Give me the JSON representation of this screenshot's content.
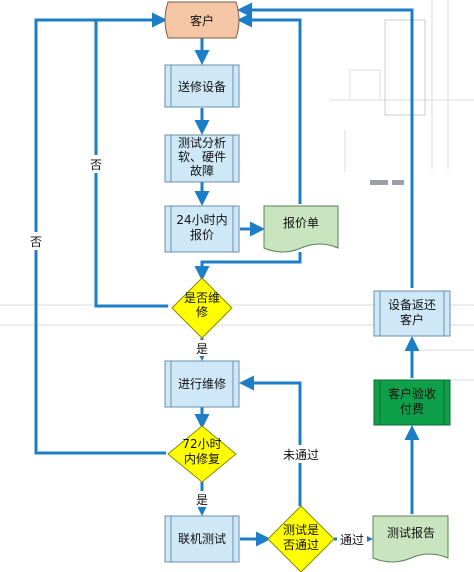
{
  "colors": {
    "edge": "#1d7ec8",
    "process_fill": "#cfe8f7",
    "process_stroke": "#6b8fa8",
    "decision_fill": "#ffff00",
    "decision_stroke": "#8a8a00",
    "start_fill": "#f5c6a5",
    "start_stroke": "#7a5a44",
    "doc_fill": "#c9e5bf",
    "doc_stroke": "#5d7f5a",
    "accept_fill": "#0d9f4a",
    "accept_stroke": "#0b6d34",
    "background_lines": "#d8dde3"
  },
  "nodes": {
    "customer": {
      "lines": [
        "客户"
      ]
    },
    "send_repair": {
      "lines": [
        "送修设备"
      ]
    },
    "analyze": {
      "lines": [
        "测试分析",
        "软、硬件",
        "故障"
      ]
    },
    "quote_24h": {
      "lines": [
        "24小时内",
        "报价"
      ]
    },
    "quote_sheet": {
      "lines": [
        "报价单"
      ]
    },
    "repair_q": {
      "lines": [
        "是否维",
        "修"
      ]
    },
    "do_repair": {
      "lines": [
        "进行维修"
      ]
    },
    "repair_72h": {
      "lines": [
        "72小时",
        "内修复"
      ]
    },
    "joint_test": {
      "lines": [
        "联机测试"
      ]
    },
    "test_pass_q": {
      "lines": [
        "测试是",
        "否通过"
      ]
    },
    "test_report": {
      "lines": [
        "测试报告"
      ]
    },
    "acceptance": {
      "lines": [
        "客户验收",
        "付费"
      ]
    },
    "return_device": {
      "lines": [
        "设备返还",
        "客户"
      ]
    }
  },
  "edge_labels": {
    "no_1": "否",
    "no_2": "否",
    "yes_1": "是",
    "yes_2": "是",
    "not_passed": "未通过",
    "passed": "通过"
  }
}
